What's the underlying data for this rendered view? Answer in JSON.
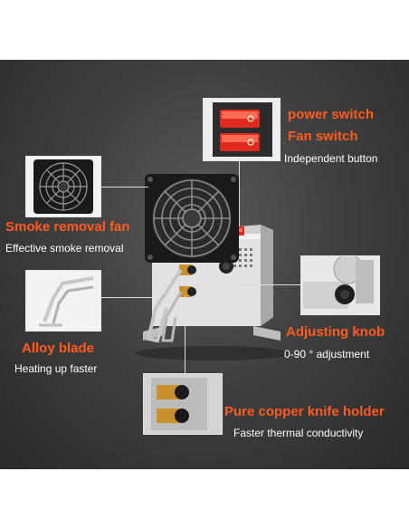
{
  "colors": {
    "panel_bg": "#3c3c3c",
    "accent": "#ff5a1f",
    "text_white": "#ffffff",
    "rocker_red": "#e02a1f"
  },
  "callouts": {
    "power_switch": {
      "title": "power switch"
    },
    "fan_switch": {
      "title": "Fan switch",
      "desc": "Independent button"
    },
    "smoke_fan": {
      "title": "Smoke removal fan",
      "desc": "Effective smoke removal"
    },
    "adjusting_knob": {
      "title": "Adjusting knob",
      "desc": "0-90 ° adjustment"
    },
    "alloy_blade": {
      "title": "Alloy blade",
      "desc": "Heating up faster"
    },
    "copper_holder": {
      "title": "Pure copper knife holder",
      "desc": "Faster thermal conductivity"
    }
  },
  "icons": [
    "fan-icon",
    "rocker-switch-icon",
    "knob-icon",
    "blade-icon",
    "copper-holder-icon",
    "machine-illustration"
  ]
}
